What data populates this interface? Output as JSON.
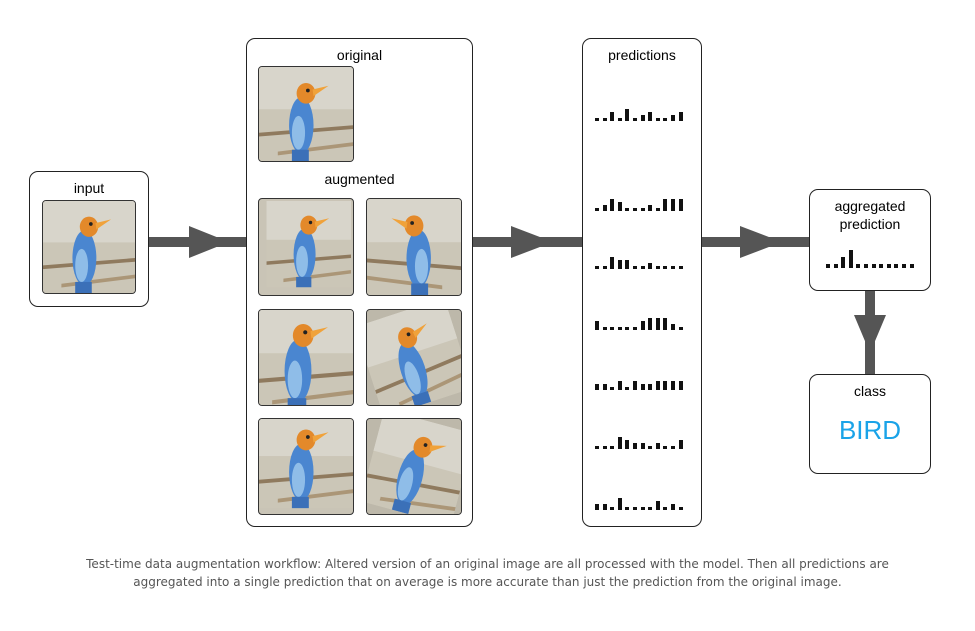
{
  "input": {
    "label": "input"
  },
  "augmentation": {
    "original_label": "original",
    "augmented_label": "augmented"
  },
  "predictions": {
    "label": "predictions",
    "rows": [
      [
        1,
        1,
        3,
        1,
        4,
        1,
        2,
        3,
        1,
        1,
        2,
        3
      ],
      [
        1,
        2,
        4,
        3,
        1,
        1,
        1,
        2,
        1,
        4,
        4,
        4
      ],
      [
        1,
        1,
        4,
        3,
        3,
        1,
        1,
        2,
        1,
        1,
        1,
        1
      ],
      [
        3,
        1,
        1,
        1,
        1,
        1,
        3,
        4,
        4,
        4,
        2,
        1
      ],
      [
        2,
        2,
        1,
        3,
        1,
        3,
        2,
        2,
        3,
        3,
        3,
        3
      ],
      [
        1,
        1,
        1,
        4,
        3,
        2,
        2,
        1,
        2,
        1,
        1,
        3
      ],
      [
        2,
        2,
        1,
        4,
        1,
        1,
        1,
        1,
        3,
        1,
        2,
        1
      ]
    ]
  },
  "aggregated": {
    "label_line1": "aggregated",
    "label_line2": "prediction",
    "bars": [
      1,
      1,
      3,
      5,
      1,
      1,
      1,
      1,
      1,
      1,
      1,
      1
    ]
  },
  "class_box": {
    "label": "class",
    "value": "BIRD",
    "value_color": "#1aa3e8"
  },
  "caption": {
    "line1": "Test-time data augmentation workflow: Altered version of an original image are all processed with the model. Then all predictions are",
    "line2": "aggregated into a single prediction that on average is more accurate than just the prediction from the original image."
  }
}
